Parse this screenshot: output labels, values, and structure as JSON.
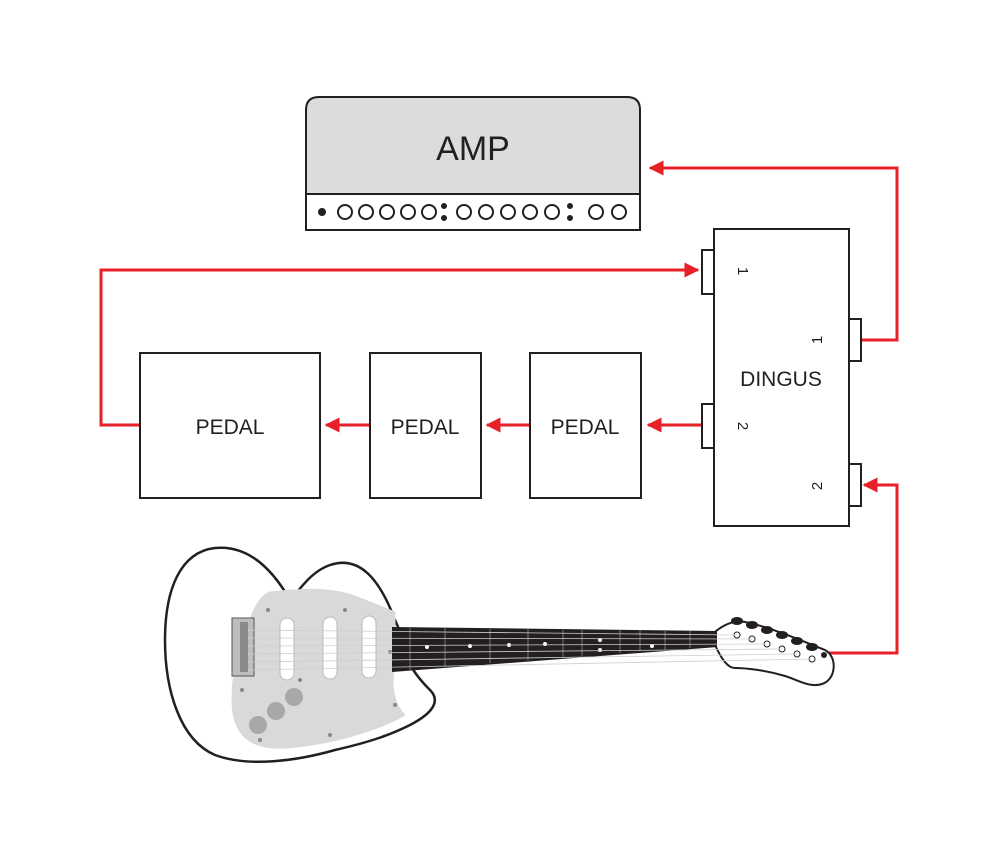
{
  "amp": {
    "label": "AMP"
  },
  "dingus": {
    "label": "DINGUS",
    "left_jack_top": "1",
    "left_jack_bottom": "2",
    "right_jack_top": "1",
    "right_jack_bottom": "2"
  },
  "pedals": [
    {
      "label": "PEDAL"
    },
    {
      "label": "PEDAL"
    },
    {
      "label": "PEDAL"
    }
  ],
  "colors": {
    "cable": "#e8202a",
    "outline": "#231f20",
    "amp_fill": "#dcdcdc",
    "pickguard": "#d9d9d9",
    "fretboard": "#231f20"
  },
  "icons": {
    "guitar": "electric-guitar-icon",
    "amp_knobs": "knob-icon"
  }
}
